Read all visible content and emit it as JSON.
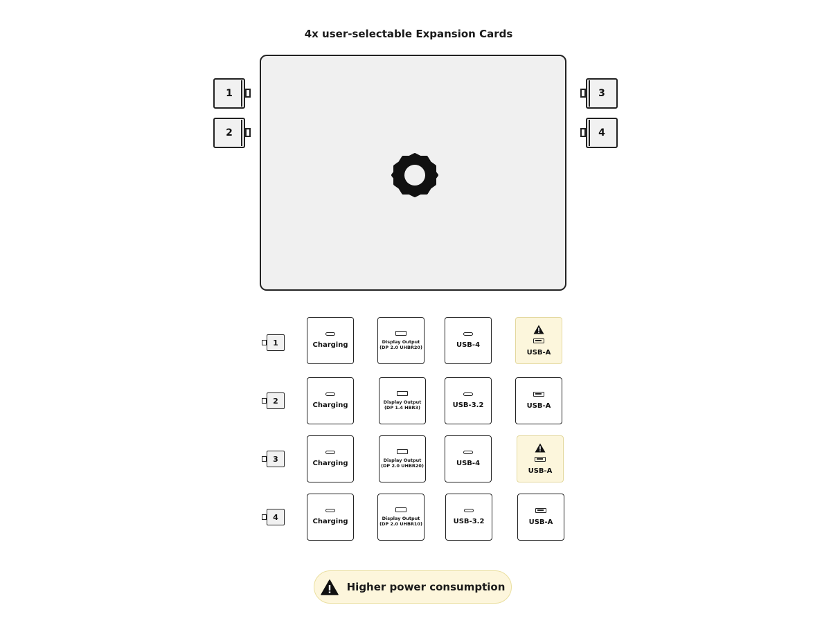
{
  "title": "4x user-selectable Expansion Cards",
  "slots": {
    "s1": "1",
    "s2": "2",
    "s3": "3",
    "s4": "4"
  },
  "rows": [
    {
      "label": "1",
      "charging": "Charging",
      "display_line1": "Display Output",
      "display_line2": "(DP 2.0 UHBR20)",
      "usb": "USB-4",
      "usba": "USB-A",
      "usba_higher_power": true
    },
    {
      "label": "2",
      "charging": "Charging",
      "display_line1": "Display Output",
      "display_line2": "(DP 1.4 HBR3)",
      "usb": "USB-3.2",
      "usba": "USB-A",
      "usba_higher_power": false
    },
    {
      "label": "3",
      "charging": "Charging",
      "display_line1": "Display Output",
      "display_line2": "(DP 2.0 UHBR20)",
      "usb": "USB-4",
      "usba": "USB-A",
      "usba_higher_power": true
    },
    {
      "label": "4",
      "charging": "Charging",
      "display_line1": "Display Output",
      "display_line2": "(DP 2.0 UHBR10)",
      "usb": "USB-3.2",
      "usba": "USB-A",
      "usba_higher_power": false
    }
  ],
  "legend": {
    "text": "Higher power consumption",
    "icon": "warning-icon"
  },
  "colors": {
    "highlight": "#fcf6dc",
    "highlight_border": "#e3d89e",
    "laptop": "#f0f0f0"
  }
}
